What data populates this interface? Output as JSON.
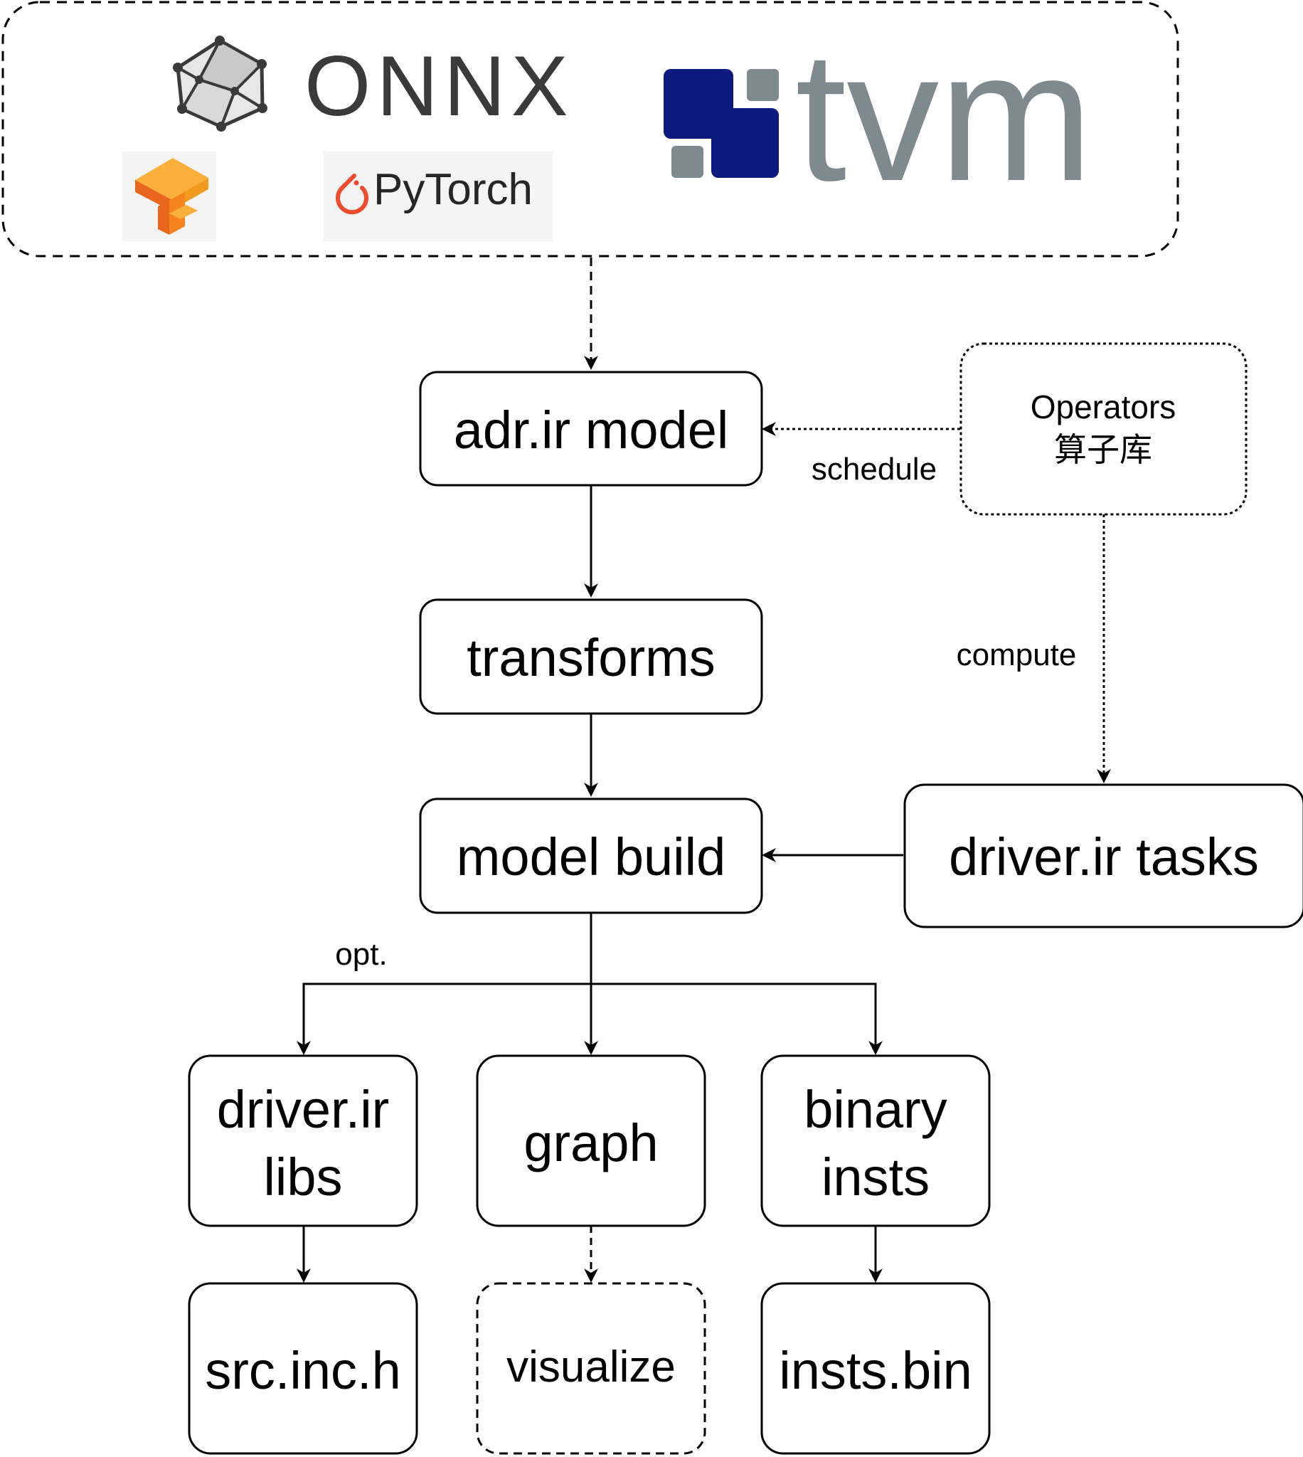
{
  "frameworks": {
    "onnx": "ONNX",
    "pytorch": "PyTorch",
    "tvm": "tvm"
  },
  "nodes": {
    "adr_ir_model": "adr.ir model",
    "transforms": "transforms",
    "model_build": "model build",
    "driver_ir_tasks": "driver.ir tasks",
    "operators_line1": "Operators",
    "operators_line2": "算子库",
    "driver_ir_libs_line1": "driver.ir",
    "driver_ir_libs_line2": "libs",
    "graph": "graph",
    "binary_insts_line1": "binary",
    "binary_insts_line2": "insts",
    "src_inc_h": "src.inc.h",
    "visualize": "visualize",
    "insts_bin": "insts.bin"
  },
  "edge_labels": {
    "schedule": "schedule",
    "compute": "compute",
    "opt": "opt."
  },
  "colors": {
    "onnx_text": "#3a3a3a",
    "tvm_blue": "#0b1a7c",
    "tvm_gray": "#7f8a8f",
    "pytorch_red": "#ee4c2c",
    "tf_orange": "#f39b1f",
    "tf_dark": "#e8671d"
  },
  "icons": [
    "onnx-logo-icon",
    "tensorflow-logo-icon",
    "pytorch-flame-icon",
    "tvm-logo-icon"
  ]
}
